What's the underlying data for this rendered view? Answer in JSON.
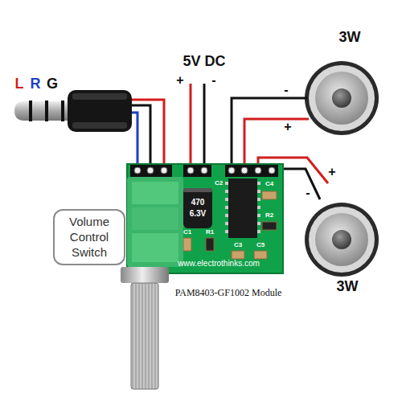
{
  "diagram": {
    "nodes": [
      {
        "text": [
          "Volume Control Switch"
        ]
      }
    ],
    "labels": [
      "L",
      "R",
      "G",
      "5V DC",
      "+",
      "-",
      "3W",
      "-",
      "+",
      "+",
      "-",
      "3W",
      "www.electrothinks.com",
      "PAM8403-GF1002 Module",
      "470",
      "6.3V",
      "C1",
      "R1",
      "C2",
      "C3",
      "C4",
      "C5",
      "R2"
    ]
  }
}
